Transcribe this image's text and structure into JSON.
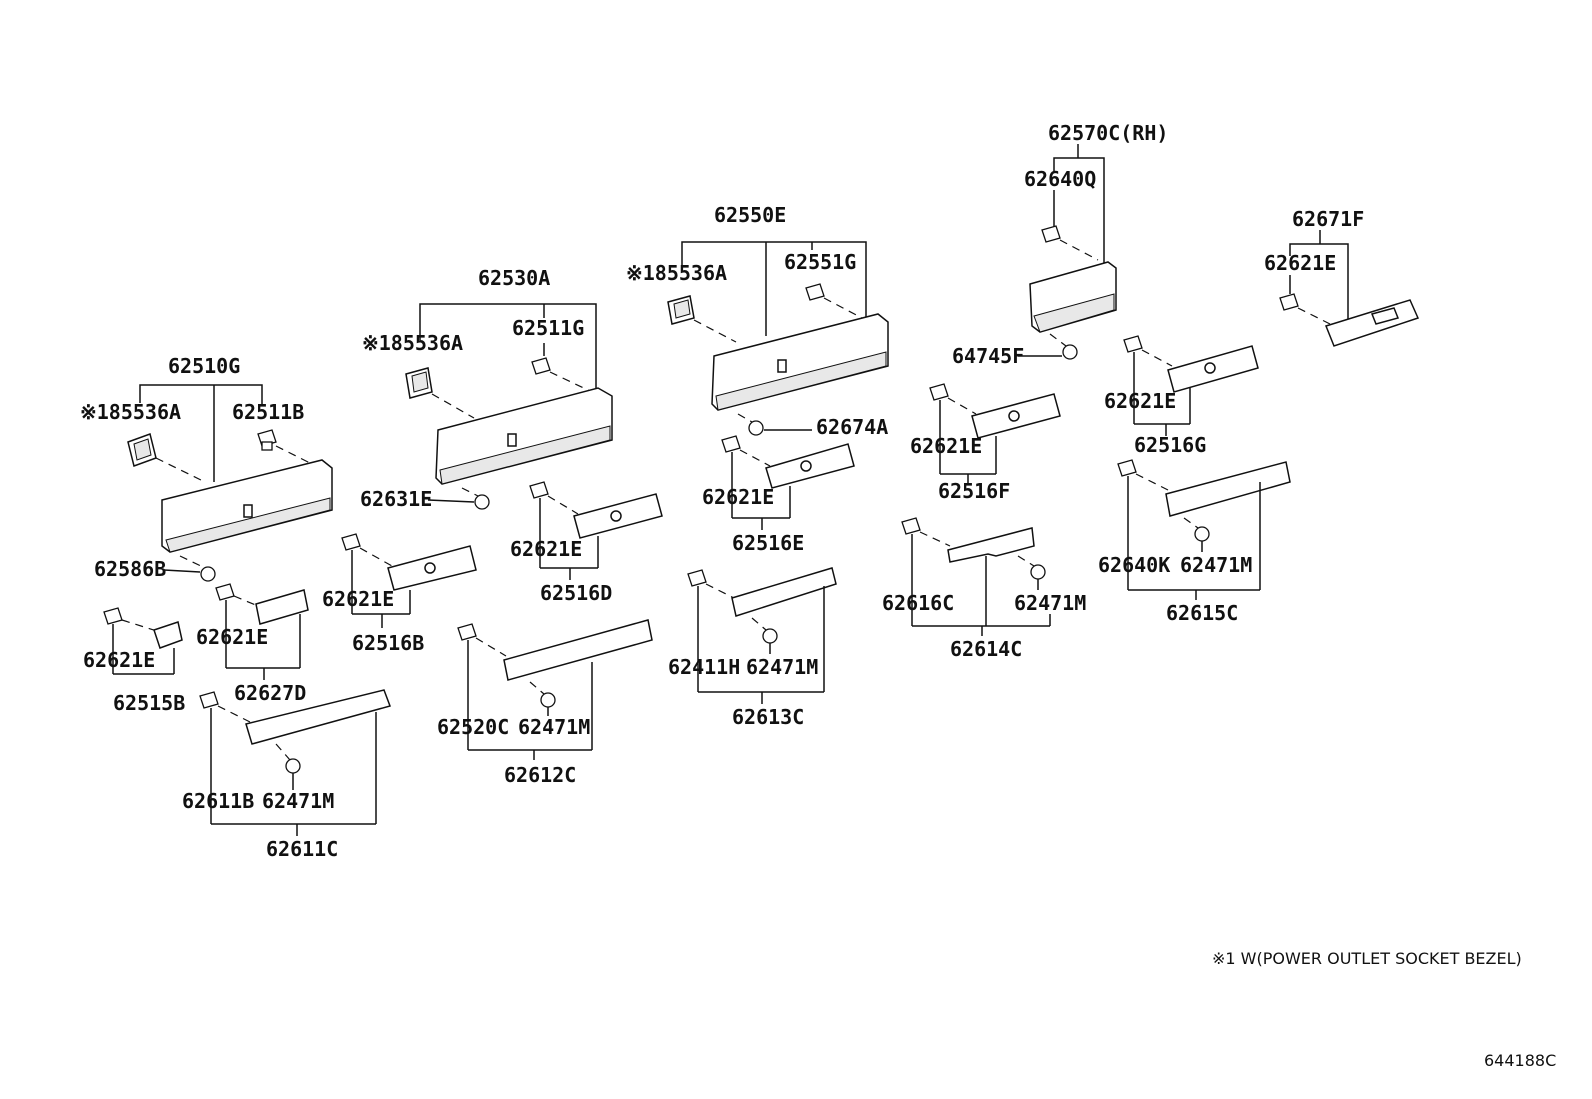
{
  "labels": {
    "p62510G": "62510G",
    "p85536A_1": "※185536A",
    "p62511B": "62511B",
    "p62586B": "62586B",
    "p62621E_a": "62621E",
    "p62515B": "62515B",
    "p62621E_b": "62621E",
    "p62627D": "62627D",
    "p62611B": "62611B",
    "p62471M_a": "62471M",
    "p62611C": "62611C",
    "p62530A": "62530A",
    "p85536A_2": "※185536A",
    "p62511G": "62511G",
    "p62631E": "62631E",
    "p62621E_c": "62621E",
    "p62516B": "62516B",
    "p62621E_d": "62621E",
    "p62516D": "62516D",
    "p62520C": "62520C",
    "p62471M_b": "62471M",
    "p62612C": "62612C",
    "p62550E": "62550E",
    "p85536A_3": "※185536A",
    "p62551G": "62551G",
    "p62674A": "62674A",
    "p62621E_e": "62621E",
    "p62516E": "62516E",
    "p62411H": "62411H",
    "p62471M_c": "62471M",
    "p62613C": "62613C",
    "p62570C": "62570C(RH)",
    "p62640Q": "62640Q",
    "p64745F": "64745F",
    "p62621E_f": "62621E",
    "p62516F": "62516F",
    "p62616C": "62616C",
    "p62471M_d": "62471M",
    "p62614C": "62614C",
    "p62671F": "62671F",
    "p62621E_g": "62621E",
    "p62621E_h": "62621E",
    "p62516G": "62516G",
    "p62640K": "62640K",
    "p62471M_e": "62471M",
    "p62615C": "62615C"
  },
  "footnote": "※1 W(POWER OUTLET SOCKET BEZEL)",
  "diagram_code": "644188C"
}
